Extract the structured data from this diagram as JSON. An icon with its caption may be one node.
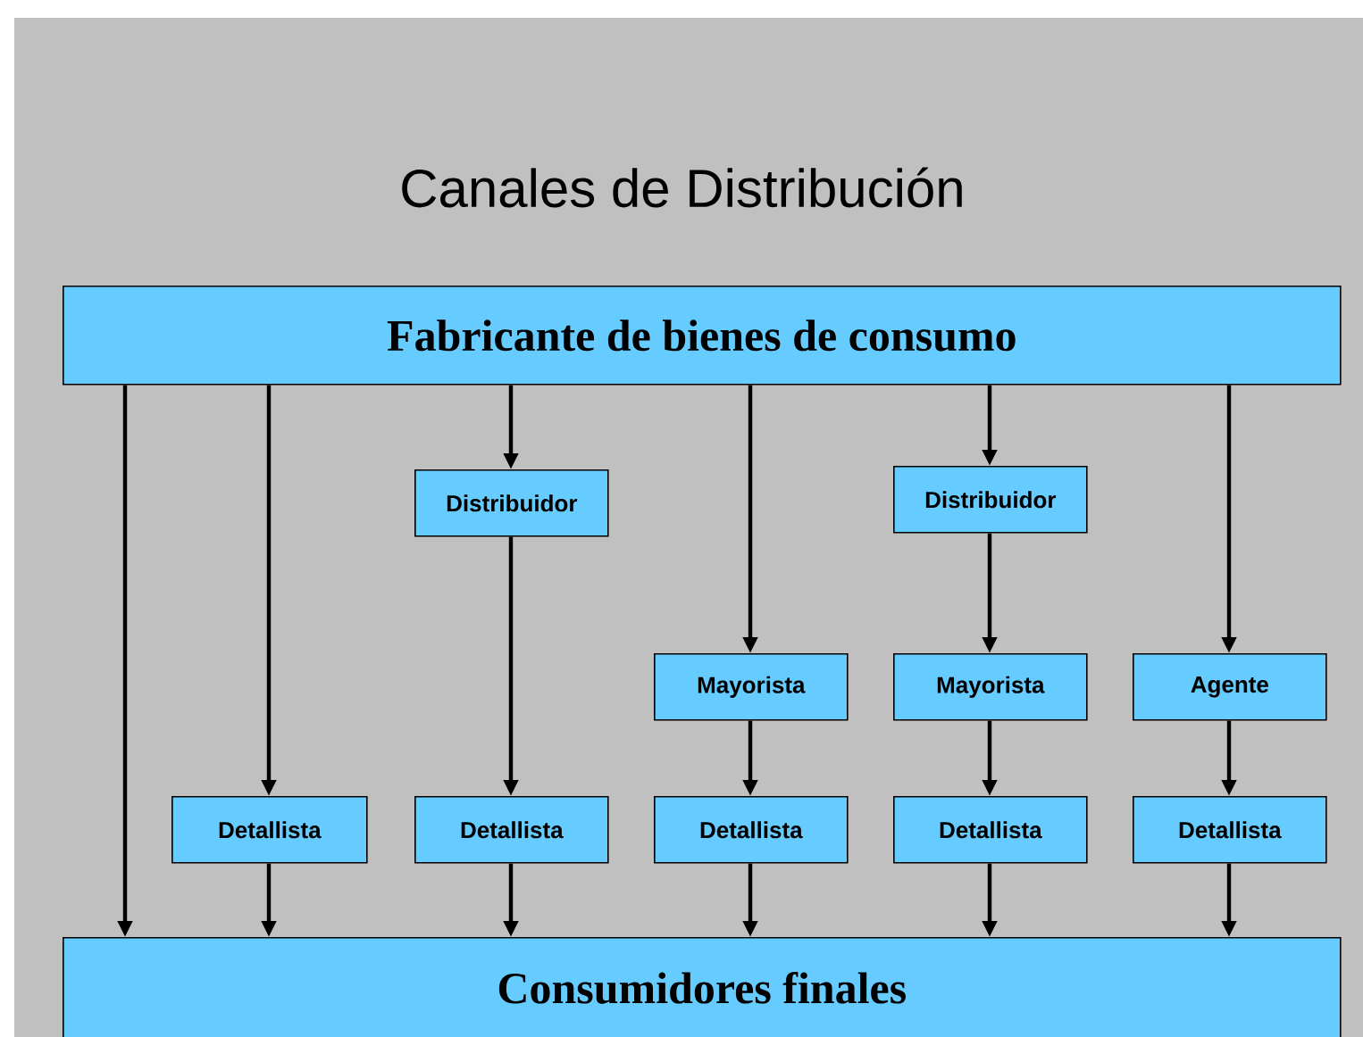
{
  "diagram": {
    "title": "Canales de Distribución",
    "nodes": [
      {
        "text": [
          "Fabricante de bienes de consumo"
        ]
      },
      {
        "text": [
          "Distribuidor"
        ]
      },
      {
        "text": [
          "Distribuidor"
        ]
      },
      {
        "text": [
          "Mayorista"
        ]
      },
      {
        "text": [
          "Mayorista"
        ]
      },
      {
        "text": [
          "Agente"
        ]
      },
      {
        "text": [
          "Detallista"
        ]
      },
      {
        "text": [
          "Detallista"
        ]
      },
      {
        "text": [
          "Detallista"
        ]
      },
      {
        "text": [
          "Detallista"
        ]
      },
      {
        "text": [
          "Detallista"
        ]
      },
      {
        "text": [
          "Consumidores finales"
        ]
      }
    ],
    "edges": [
      {
        "from": 0,
        "to": 11,
        "arrow": "to"
      },
      {
        "from": 0,
        "to": 6,
        "arrow": "to"
      },
      {
        "from": 6,
        "to": 11,
        "arrow": "to"
      },
      {
        "from": 0,
        "to": 1,
        "arrow": "to"
      },
      {
        "from": 1,
        "to": 7,
        "arrow": "to"
      },
      {
        "from": 7,
        "to": 11,
        "arrow": "to"
      },
      {
        "from": 0,
        "to": 3,
        "arrow": "to"
      },
      {
        "from": 3,
        "to": 8,
        "arrow": "to"
      },
      {
        "from": 8,
        "to": 11,
        "arrow": "to"
      },
      {
        "from": 0,
        "to": 2,
        "arrow": "to"
      },
      {
        "from": 2,
        "to": 4,
        "arrow": "to"
      },
      {
        "from": 4,
        "to": 9,
        "arrow": "to"
      },
      {
        "from": 9,
        "to": 11,
        "arrow": "to"
      },
      {
        "from": 0,
        "to": 5,
        "arrow": "to"
      },
      {
        "from": 5,
        "to": 10,
        "arrow": "to"
      },
      {
        "from": 10,
        "to": 11,
        "arrow": "to"
      }
    ]
  }
}
